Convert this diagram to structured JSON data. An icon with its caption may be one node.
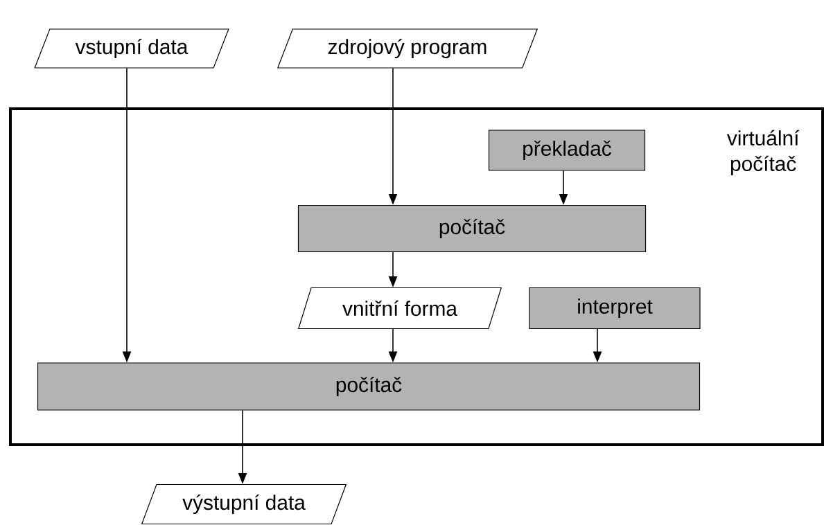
{
  "diagram": {
    "nodes": [
      {
        "text": [
          "vstupní data"
        ]
      },
      {
        "text": [
          "zdrojový program"
        ]
      },
      {
        "text": [
          "virtuální počítač"
        ]
      },
      {
        "text": [
          "překladač"
        ],
        "in": 2
      },
      {
        "text": [
          "počítač"
        ],
        "in": 2
      },
      {
        "text": [
          "vnitřní forma"
        ],
        "in": 2
      },
      {
        "text": [
          "interpret"
        ],
        "in": 2
      },
      {
        "text": [
          "počítač"
        ],
        "in": 2
      },
      {
        "text": [
          "výstupní data"
        ]
      }
    ],
    "edges": [
      {
        "from": 0,
        "to": 7,
        "arrow": "to"
      },
      {
        "from": 1,
        "to": 4,
        "arrow": "to"
      },
      {
        "from": 3,
        "to": 4,
        "arrow": "to"
      },
      {
        "from": 4,
        "to": 5,
        "arrow": "to"
      },
      {
        "from": 5,
        "to": 7,
        "arrow": "to"
      },
      {
        "from": 6,
        "to": 7,
        "arrow": "to"
      },
      {
        "from": 7,
        "to": 8,
        "arrow": "to"
      }
    ]
  }
}
